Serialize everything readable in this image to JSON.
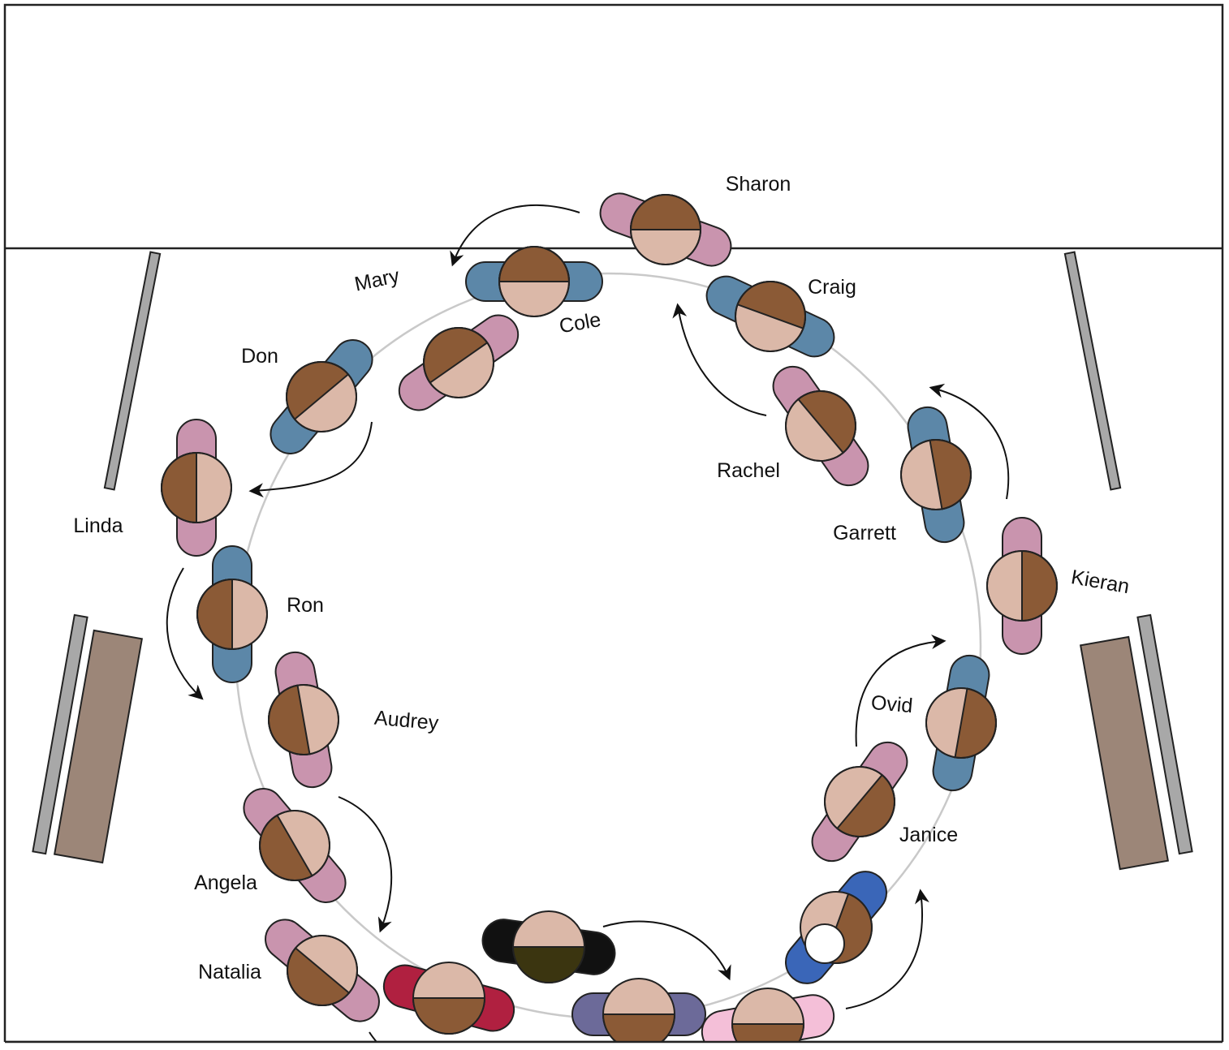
{
  "colors": {
    "skin": "#dbb8a8",
    "hair": "#8b5a36",
    "female_shoulder": "#c994ae",
    "male_shoulder": "#5c87a8",
    "circle": "#c9c9c9",
    "rail": "#a8a8a8",
    "bench": "#9c8678",
    "outline": "#222222"
  },
  "dancers": [
    {
      "name": "Sharon",
      "label": "Sharon",
      "role": "female"
    },
    {
      "name": "Mary",
      "label": "Mary",
      "role": "female"
    },
    {
      "name": "Cole",
      "label": "Cole",
      "role": "male"
    },
    {
      "name": "Craig",
      "label": "Craig",
      "role": "male"
    },
    {
      "name": "Rachel",
      "label": "Rachel",
      "role": "female"
    },
    {
      "name": "Don",
      "label": "Don",
      "role": "male"
    },
    {
      "name": "Linda",
      "label": "Linda",
      "role": "female"
    },
    {
      "name": "Ron",
      "label": "Ron",
      "role": "male"
    },
    {
      "name": "Audrey",
      "label": "Audrey",
      "role": "female"
    },
    {
      "name": "Angela",
      "label": "Angela",
      "role": "female"
    },
    {
      "name": "Natalia",
      "label": "Natalia",
      "role": "female"
    },
    {
      "name": "Garrett",
      "label": "Garrett",
      "role": "male"
    },
    {
      "name": "Kieran",
      "label": "Kieran",
      "role": "female"
    },
    {
      "name": "Ovid",
      "label": "Ovid",
      "role": "male"
    },
    {
      "name": "Janice",
      "label": "Janice",
      "role": "female"
    }
  ]
}
